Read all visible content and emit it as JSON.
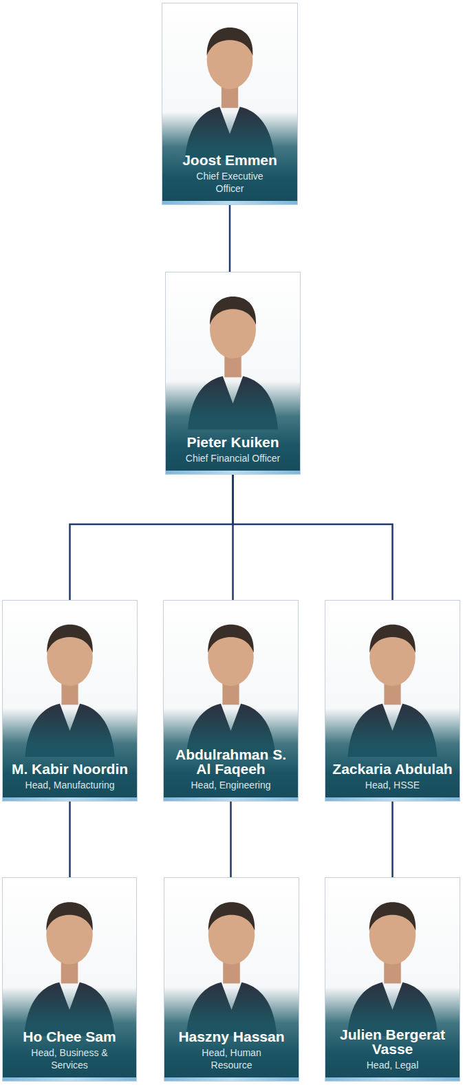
{
  "diagram": {
    "nodes": [
      {
        "text": [
          "Joost Emmen",
          "Chief Executive Officer"
        ]
      },
      {
        "text": [
          "Pieter Kuiken",
          "Chief Financial Officer"
        ]
      },
      {
        "text": [
          "M. Kabir Noordin",
          "Head, Manufacturing"
        ]
      },
      {
        "text": [
          "Abdulrahman S. Al Faqeeh",
          "Head, Engineering"
        ]
      },
      {
        "text": [
          "Zackaria Abdulah",
          "Head, HSSE"
        ]
      },
      {
        "text": [
          "Ho Chee Sam",
          "Head, Business & Services"
        ]
      },
      {
        "text": [
          "Haszny Hassan",
          "Head, Human Resource"
        ]
      },
      {
        "text": [
          "Julien Bergerat Vasse",
          "Head, Legal"
        ]
      }
    ],
    "edges": [
      {
        "from": 0,
        "to": 1,
        "arrow": "none"
      },
      {
        "from": 1,
        "to": 2,
        "arrow": "none"
      },
      {
        "from": 1,
        "to": 3,
        "arrow": "none"
      },
      {
        "from": 1,
        "to": 4,
        "arrow": "none"
      },
      {
        "from": 2,
        "to": 5,
        "arrow": "none"
      },
      {
        "from": 3,
        "to": 6,
        "arrow": "none"
      },
      {
        "from": 4,
        "to": 7,
        "arrow": "none"
      }
    ]
  }
}
